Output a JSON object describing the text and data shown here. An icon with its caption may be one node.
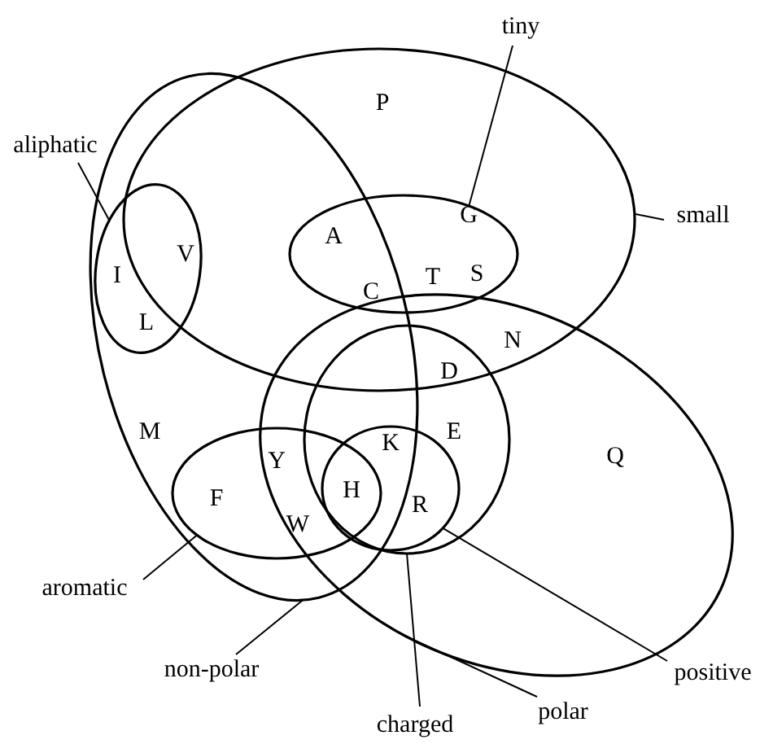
{
  "diagram": {
    "nodes": [
      {
        "text": [
          "tiny"
        ]
      },
      {
        "text": [
          "aliphatic"
        ]
      },
      {
        "text": [
          "small"
        ]
      },
      {
        "text": [
          "aromatic"
        ]
      },
      {
        "text": [
          "positive"
        ]
      },
      {
        "text": [
          "non-polar"
        ]
      },
      {
        "text": [
          "charged"
        ]
      },
      {
        "text": [
          "polar"
        ]
      },
      {
        "text": [],
        "shape": "ellipse"
      },
      {
        "text": [],
        "shape": "ellipse"
      },
      {
        "text": [],
        "shape": "ellipse",
        "in": 9
      },
      {
        "text": [],
        "shape": "ellipse",
        "in": 8
      },
      {
        "text": [],
        "shape": "ellipse"
      },
      {
        "text": [],
        "shape": "ellipse",
        "in": 12
      },
      {
        "text": [],
        "shape": "ellipse",
        "in": 9
      },
      {
        "text": [],
        "shape": "ellipse",
        "in": 13
      }
    ],
    "edges": [
      {
        "from": 0,
        "to": 11,
        "arrow": "none"
      },
      {
        "from": 1,
        "to": 10,
        "arrow": "none"
      },
      {
        "from": 2,
        "to": 8,
        "arrow": "none"
      },
      {
        "from": 3,
        "to": 14,
        "arrow": "none"
      },
      {
        "from": 4,
        "to": 15,
        "arrow": "none"
      },
      {
        "from": 5,
        "to": 9,
        "arrow": "none"
      },
      {
        "from": 6,
        "to": 13,
        "arrow": "none"
      },
      {
        "from": 7,
        "to": 12,
        "arrow": "none"
      }
    ],
    "labels": [
      "P",
      "I",
      "V",
      "A",
      "G",
      "L",
      "C",
      "T",
      "S",
      "N",
      "D",
      "M",
      "E",
      "Q",
      "Y",
      "K",
      "F",
      "H",
      "R",
      "W"
    ]
  }
}
